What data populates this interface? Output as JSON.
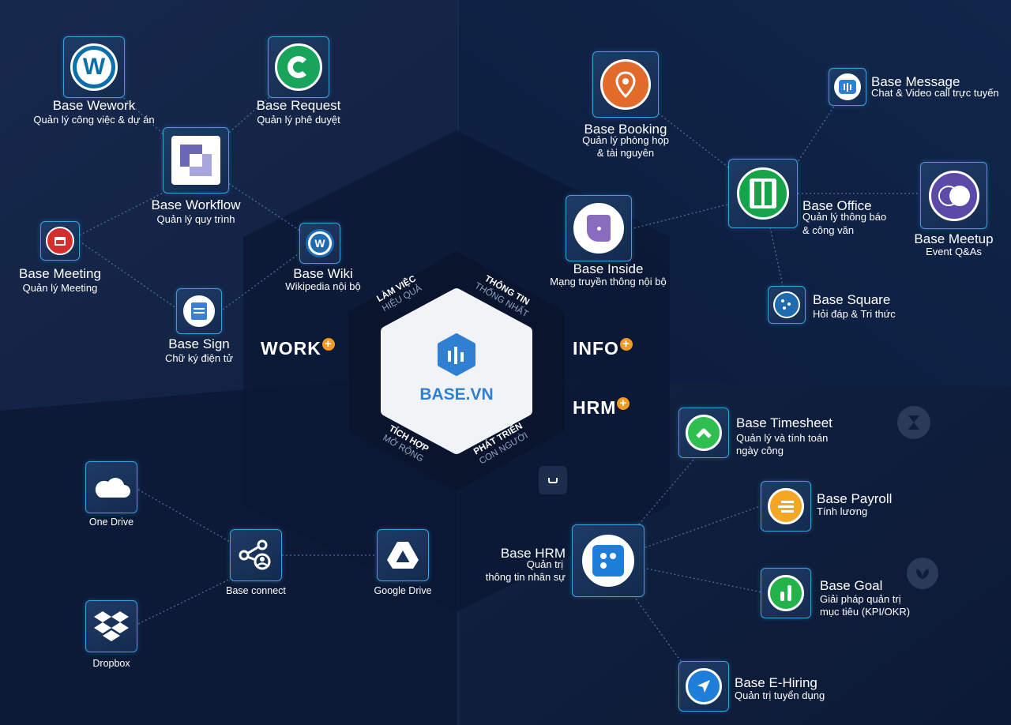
{
  "brand": "BASE.VN",
  "hub": {
    "top_left": {
      "line1": "LÀM VIỆC",
      "line2": "HIỆU QUẢ"
    },
    "top_right": {
      "line1": "THÔNG TIN",
      "line2": "THỐNG NHẤT"
    },
    "bottom_left": {
      "line1": "TÍCH HỢP",
      "line2": "MỞ RỘNG"
    },
    "bottom_right": {
      "line1": "PHÁT TRIỂN",
      "line2": "CON NGƯỜI"
    }
  },
  "categories": {
    "work": "WORK",
    "info": "INFO",
    "hrm": "HRM",
    "plus": "+"
  },
  "apps": {
    "wework": {
      "name": "Base Wework",
      "desc": "Quản lý công việc & dự án"
    },
    "request": {
      "name": "Base Request",
      "desc": "Quản lý phê duyệt"
    },
    "workflow": {
      "name": "Base Workflow",
      "desc": "Quản lý quy trình"
    },
    "meeting": {
      "name": "Base Meeting",
      "desc": "Quản lý Meeting"
    },
    "wiki": {
      "name": "Base Wiki",
      "desc": "Wikipedia nội bộ"
    },
    "sign": {
      "name": "Base Sign",
      "desc": "Chữ ký điện tử"
    },
    "booking": {
      "name": "Base Booking",
      "desc1": "Quản lý phòng họp",
      "desc2": "& tài nguyên"
    },
    "message": {
      "name": "Base Message",
      "desc": "Chat & Video call trực tuyến"
    },
    "office": {
      "name": "Base Office",
      "desc1": "Quản lý thông báo",
      "desc2": "& công văn"
    },
    "meetup": {
      "name": "Base Meetup",
      "desc": "Event Q&As"
    },
    "inside": {
      "name": "Base Inside",
      "desc": "Mạng truyền thông nội bộ"
    },
    "square": {
      "name": "Base Square",
      "desc": "Hỏi đáp & Tri thức"
    },
    "timesheet": {
      "name": "Base Timesheet",
      "desc1": "Quản lý và tính toán",
      "desc2": "ngày công"
    },
    "payroll": {
      "name": "Base Payroll",
      "desc": "Tính lương"
    },
    "hrm": {
      "name": "Base HRM",
      "desc1": "Quản trị",
      "desc2": "thông tin nhân sự"
    },
    "goal": {
      "name": "Base Goal",
      "desc1": "Giải pháp quản trị",
      "desc2": "mục tiêu (KPI/OKR)"
    },
    "ehiring": {
      "name": "Base E-Hiring",
      "desc": "Quản trị tuyển dụng"
    }
  },
  "integrations": {
    "onedrive": "One Drive",
    "connect": "Base connect",
    "gdrive": "Google Drive",
    "dropbox": "Dropbox"
  },
  "colors": {
    "background": "#0f1d3c",
    "tile_border": "#3ca0e0",
    "accent_orange": "#f39a22",
    "brand_blue": "#2f7fd3",
    "wework": "#0b6fa8",
    "request": "#18a45b",
    "workflow": "#6a67b7",
    "meeting": "#d42d2d",
    "booking": "#e26a2b",
    "office": "#16a34a",
    "meetup": "#5b4aa8",
    "inside": "#8a6cbf",
    "square": "#1f6bb0",
    "timesheet": "#2fbf50",
    "payroll": "#f5a623",
    "hrm": "#1f7ed8",
    "goal": "#24b24b",
    "ehiring": "#1f7ed8"
  }
}
